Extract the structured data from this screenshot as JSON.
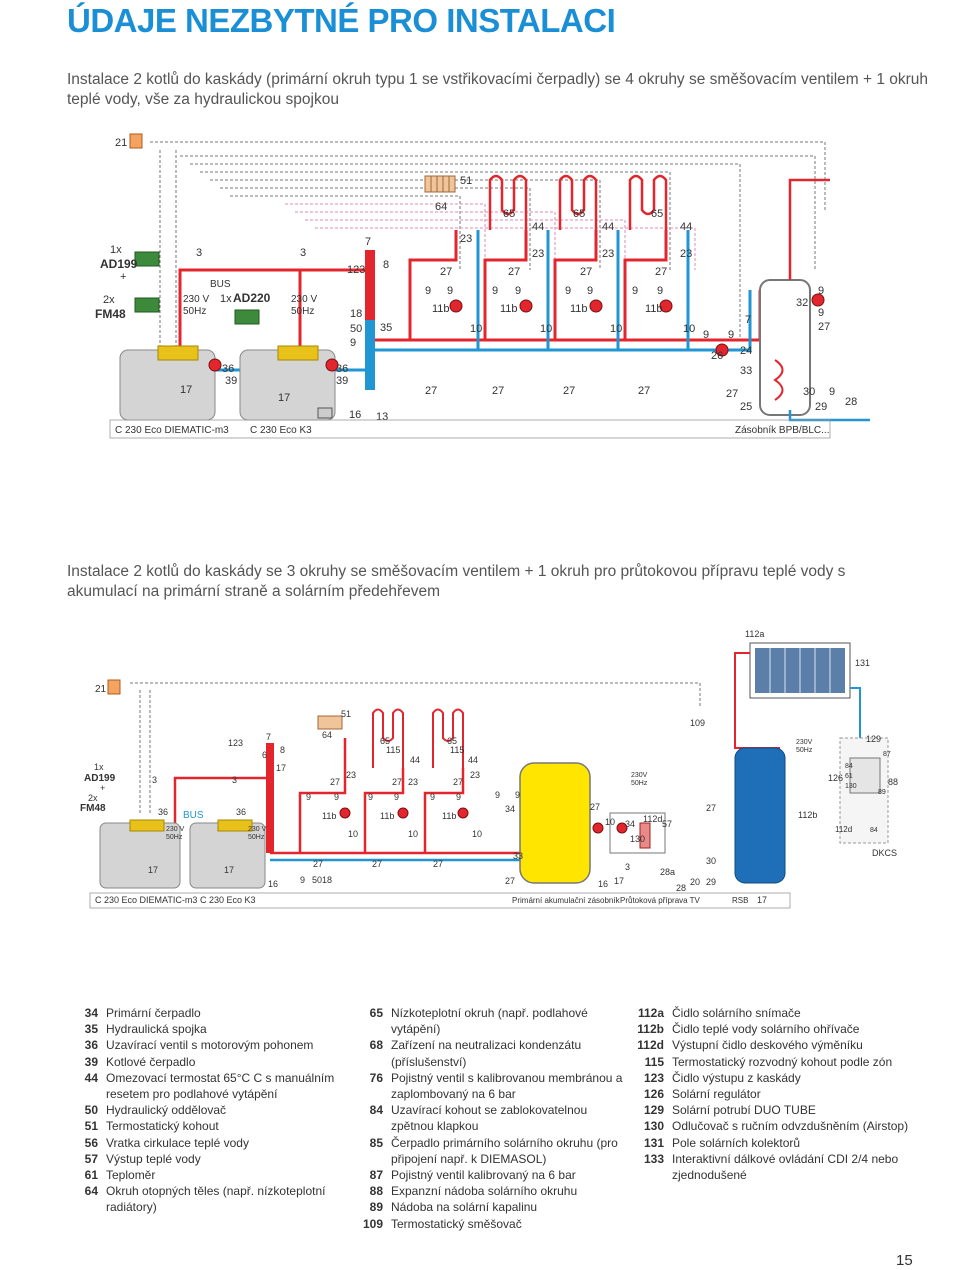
{
  "page": {
    "title": "ÚDAJE NEZBYTNÉ PRO INSTALACI",
    "number": "15"
  },
  "section1": {
    "intro": "Instalace 2 kotlů do kaskády (primární okruh typu 1 se vstřikovacími čerpadly) se 4 okruhy se směšovacím ventilem + 1 okruh teplé vody, vše za hydraulickou spojkou",
    "labels": {
      "n21": "21",
      "n51": "51",
      "n64": "64",
      "n65": "65",
      "n44": "44",
      "n23": "23",
      "n27": "27",
      "n9": "9",
      "n11b": "11b",
      "n10": "10",
      "n7": "7",
      "n8": "8",
      "n123": "123",
      "n18": "18",
      "n50": "50",
      "n35": "35",
      "n36": "36",
      "n39": "39",
      "n17": "17",
      "n16": "16",
      "n13": "13",
      "n3": "3",
      "n26": "26",
      "n24": "24",
      "n33": "33",
      "n25": "25",
      "n32": "32",
      "n30": "30",
      "n29": "29",
      "n28": "28",
      "qty1": "1x",
      "qty2": "2x",
      "qty3": "1x",
      "ad199": "AD199",
      "fm48": "FM48",
      "ad220": "AD220",
      "bus": "BUS",
      "v230": "230 V",
      "hz50": "50Hz",
      "boiler1": "C 230 Eco DIEMATIC-m3",
      "boiler2": "C 230 Eco K3",
      "tank": "Zásobník BPB/BLC...",
      "plus": "+"
    }
  },
  "section2": {
    "intro": "Instalace 2 kotlů do kaskády se 3 okruhy se směšovacím ventilem + 1 okruh pro průtokovou přípravu teplé vody s akumulací na primární straně a solárním předehřevem",
    "labels": {
      "n112a": "112a",
      "n131": "131",
      "n21": "21",
      "n51": "51",
      "n64": "64",
      "n65": "65",
      "n115": "115",
      "n44": "44",
      "n23": "23",
      "n27": "27",
      "n9": "9",
      "n11b": "11b",
      "n10": "10",
      "n7": "7",
      "n8": "8",
      "n6": "6",
      "n123": "123",
      "n17": "17",
      "n3": "3",
      "n36": "36",
      "n16": "16",
      "n50": "50",
      "n18": "18",
      "n34": "34",
      "n33": "33",
      "n112d": "112d",
      "n57": "57",
      "n130": "130",
      "n28a": "28a",
      "n20": "20",
      "n28": "28",
      "n29": "29",
      "n30": "30",
      "n109": "109",
      "n112b": "112b",
      "n129": "129",
      "n126": "126",
      "n84": "84",
      "n61": "61",
      "n88": "88",
      "n87": "87",
      "n89": "89",
      "qty1": "1x",
      "qty2": "2x",
      "ad199": "AD199",
      "fm48": "FM48",
      "bus": "BUS",
      "v230": "230 V",
      "hz50": "50Hz",
      "v230b": "230V",
      "dkcs": "DKCS",
      "boiler1": "C 230 Eco DIEMATIC-m3",
      "boiler2": "C 230 Eco K3",
      "tank1": "Primární akumulační zásobník",
      "tank2": "Průtoková příprava TV",
      "rsb": "RSB",
      "plus": "+"
    }
  },
  "legend": {
    "col1": [
      {
        "num": "34",
        "text": "Primární čerpadlo"
      },
      {
        "num": "35",
        "text": "Hydraulická spojka"
      },
      {
        "num": "36",
        "text": "Uzavírací ventil s motorovým pohonem"
      },
      {
        "num": "39",
        "text": "Kotlové čerpadlo"
      },
      {
        "num": "44",
        "text": "Omezovací termostat 65°C C s manuálním resetem pro podlahové vytápění"
      },
      {
        "num": "50",
        "text": "Hydraulický oddělovač"
      },
      {
        "num": "51",
        "text": "Termostatický kohout"
      },
      {
        "num": "56",
        "text": "Vratka cirkulace teplé vody"
      },
      {
        "num": "57",
        "text": "Výstup teplé vody"
      },
      {
        "num": "61",
        "text": "Teploměr"
      },
      {
        "num": "64",
        "text": "Okruh otopných těles (např. nízkoteplotní radiátory)"
      }
    ],
    "col2": [
      {
        "num": "65",
        "text": "Nízkoteplotní okruh (např. podlahové vytápění)"
      },
      {
        "num": "68",
        "text": "Zařízení na neutralizaci kondenzátu (příslušenství)"
      },
      {
        "num": "76",
        "text": "Pojistný ventil s kalibrovanou membránou a zaplombovaný na 6 bar"
      },
      {
        "num": "84",
        "text": "Uzavírací kohout se zablokovatelnou zpětnou klapkou"
      },
      {
        "num": "85",
        "text": "Čerpadlo primárního solárního okruhu (pro připojení např. k DIEMASOL)"
      },
      {
        "num": "87",
        "text": "Pojistný ventil kalibrovaný na 6 bar"
      },
      {
        "num": "88",
        "text": "Expanzní nádoba solárního okruhu"
      },
      {
        "num": "89",
        "text": "Nádoba na solární kapalinu"
      },
      {
        "num": "109",
        "text": "Termostatický směšovač"
      }
    ],
    "col3": [
      {
        "num": "112a",
        "text": "Čidlo solárního snímače"
      },
      {
        "num": "112b",
        "text": "Čidlo teplé vody solárního ohřívače"
      },
      {
        "num": "112d",
        "text": "Výstupní čidlo deskového výměníku"
      },
      {
        "num": "115",
        "text": "Termostatický rozvodný kohout podle zón"
      },
      {
        "num": "123",
        "text": "Čidlo výstupu z kaskády"
      },
      {
        "num": "126",
        "text": "Solární regulátor"
      },
      {
        "num": "129",
        "text": "Solární potrubí DUO TUBE"
      },
      {
        "num": "130",
        "text": "Odlučovač s ručním odvzdušněním (Airstop)"
      },
      {
        "num": "131",
        "text": "Pole solárních kolektorů"
      },
      {
        "num": "133",
        "text": "Interaktivní dálkové ovládání CDI 2/4 nebo zjednodušené"
      }
    ]
  },
  "colors": {
    "title": "#1a8fd6",
    "hot": "#e3262d",
    "cold": "#2196d3",
    "boiler": "#c8c8c8",
    "tankYellow": "#ffe500",
    "tankBlue": "#1f6fb8",
    "wire": "#666666"
  }
}
